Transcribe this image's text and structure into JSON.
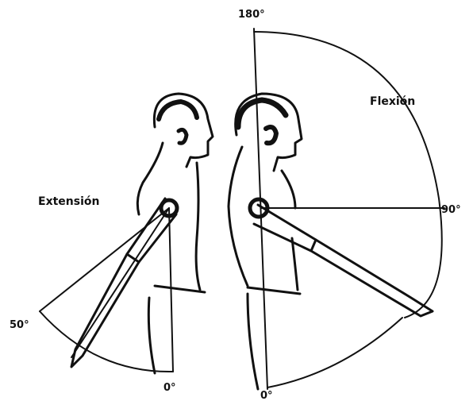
{
  "labels": {
    "angle_top": "180°",
    "flexion": "Flexión",
    "angle_right": "90°",
    "extension": "Extensión",
    "angle_left": "50°",
    "angle_bottom_left": "0°",
    "angle_bottom_center": "0°"
  },
  "colors": {
    "ink": "#111111",
    "background": "#ffffff"
  }
}
